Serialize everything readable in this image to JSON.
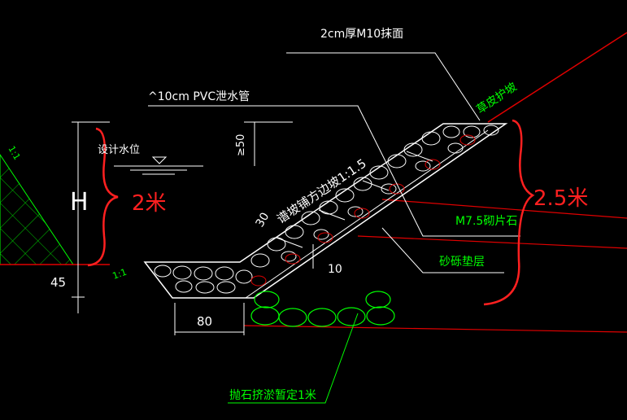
{
  "labels": {
    "top_note": "2cm厚M10抹面",
    "pvc_pipe": "^10cm PVC泄水管",
    "design_water_level": "设计水位",
    "h_letter": "H",
    "min_50": "≥50",
    "slope_label": "谱坡铺方边坡1:1.5",
    "dim_30": "30",
    "dim_10": "10",
    "dim_45": "45",
    "dim_80": "80",
    "grass_slope": "草皮护坡",
    "m75_stone": "M7.5砌片石",
    "gravel_cushion": "砂砾垫层",
    "riprap_note": "抛石挤淤暂定1米",
    "slope_mark_left": "1:1",
    "slope_mark_mid": "1:1"
  },
  "annotations": {
    "left_height": "2米",
    "right_height": "2.5米"
  },
  "colors": {
    "background": "#000000",
    "cad_white": "#ffffff",
    "cad_green": "#00ff00",
    "cad_red": "#e00000",
    "hand_red": "#ff2020"
  }
}
